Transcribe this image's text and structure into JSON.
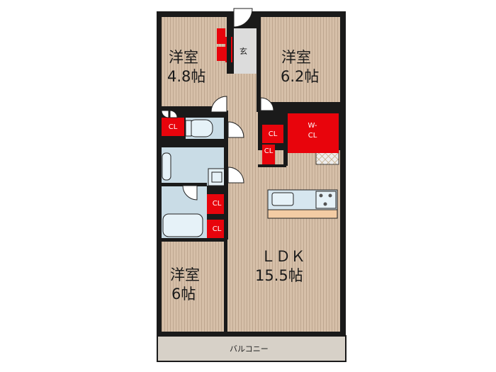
{
  "rooms": {
    "western_top_left": {
      "name": "洋室",
      "size": "4.8帖"
    },
    "western_top_right": {
      "name": "洋室",
      "size": "6.2帖"
    },
    "western_bottom_left": {
      "name": "洋室",
      "size": "6帖"
    },
    "ldk": {
      "name": "ＬＤＫ",
      "size": "15.5帖"
    }
  },
  "labels": {
    "entrance": "玄",
    "walk_in_closet_line1": "W-",
    "walk_in_closet_line2": "CL",
    "closet": "CL",
    "balcony": "バルコニー"
  },
  "colors": {
    "wall": "#1a1a1a",
    "wood_floor": "#d9c3ac",
    "wood_grain": "#bca48c",
    "storage_red": "#e8040c",
    "wet_area_blue": "#c9dce6",
    "fixture_light": "#e6f2f8",
    "kitchen_counter": "#f3cca4",
    "entrance_grey": "#dcdcdc",
    "balcony": "#d7d1c8"
  }
}
